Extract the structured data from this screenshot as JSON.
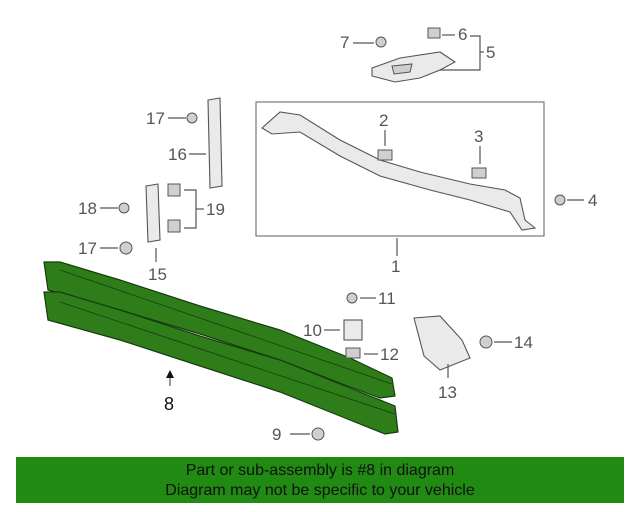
{
  "diagram": {
    "callouts": [
      "1",
      "2",
      "3",
      "4",
      "5",
      "6",
      "7",
      "8",
      "9",
      "10",
      "11",
      "12",
      "13",
      "14",
      "15",
      "16",
      "17",
      "17",
      "18",
      "19"
    ],
    "highlight_color": "#2e7d1a",
    "highlighted_part": "8"
  },
  "footer": {
    "line1": "Part or sub-assembly is #8 in diagram",
    "line2": "Diagram may not be specific to your vehicle",
    "background": "#218a12"
  }
}
